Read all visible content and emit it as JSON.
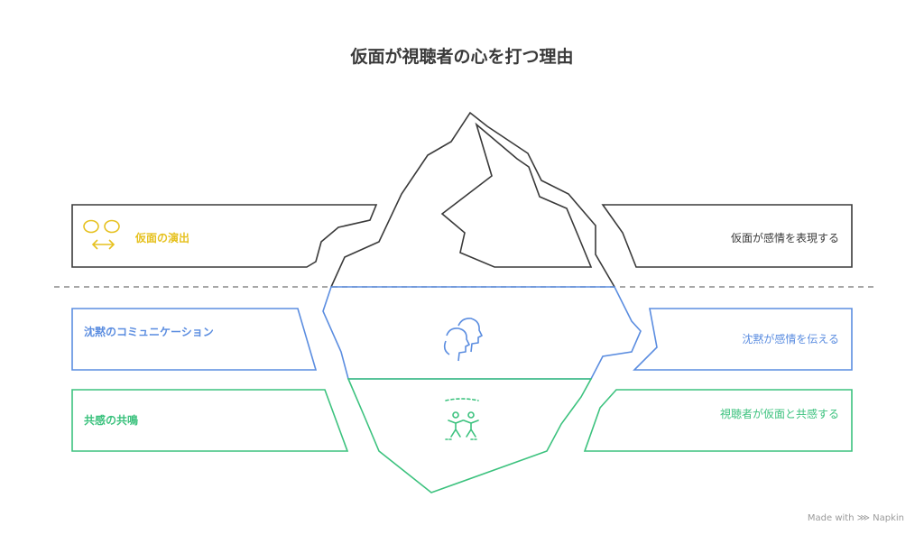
{
  "title": "仮面が視聴者の心を打つ理由",
  "colors": {
    "top": "#3a3a3a",
    "accent_top": "#e6c11f",
    "mid": "#5b8de0",
    "bottom": "#3cc27e",
    "waterline": "#8a8a8a"
  },
  "layers": [
    {
      "left_label": "仮面の演出",
      "right_label": "仮面が感情を表現する",
      "icon": "masks-arrows-icon"
    },
    {
      "left_label": "沈黙のコミュニケーション",
      "right_label": "沈黙が感情を伝える",
      "icon": "two-faces-icon"
    },
    {
      "left_label": "共感の共鳴",
      "right_label": "視聴者が仮面と共感する",
      "icon": "two-people-icon"
    }
  ],
  "footer": "Made with ⋙ Napkin"
}
